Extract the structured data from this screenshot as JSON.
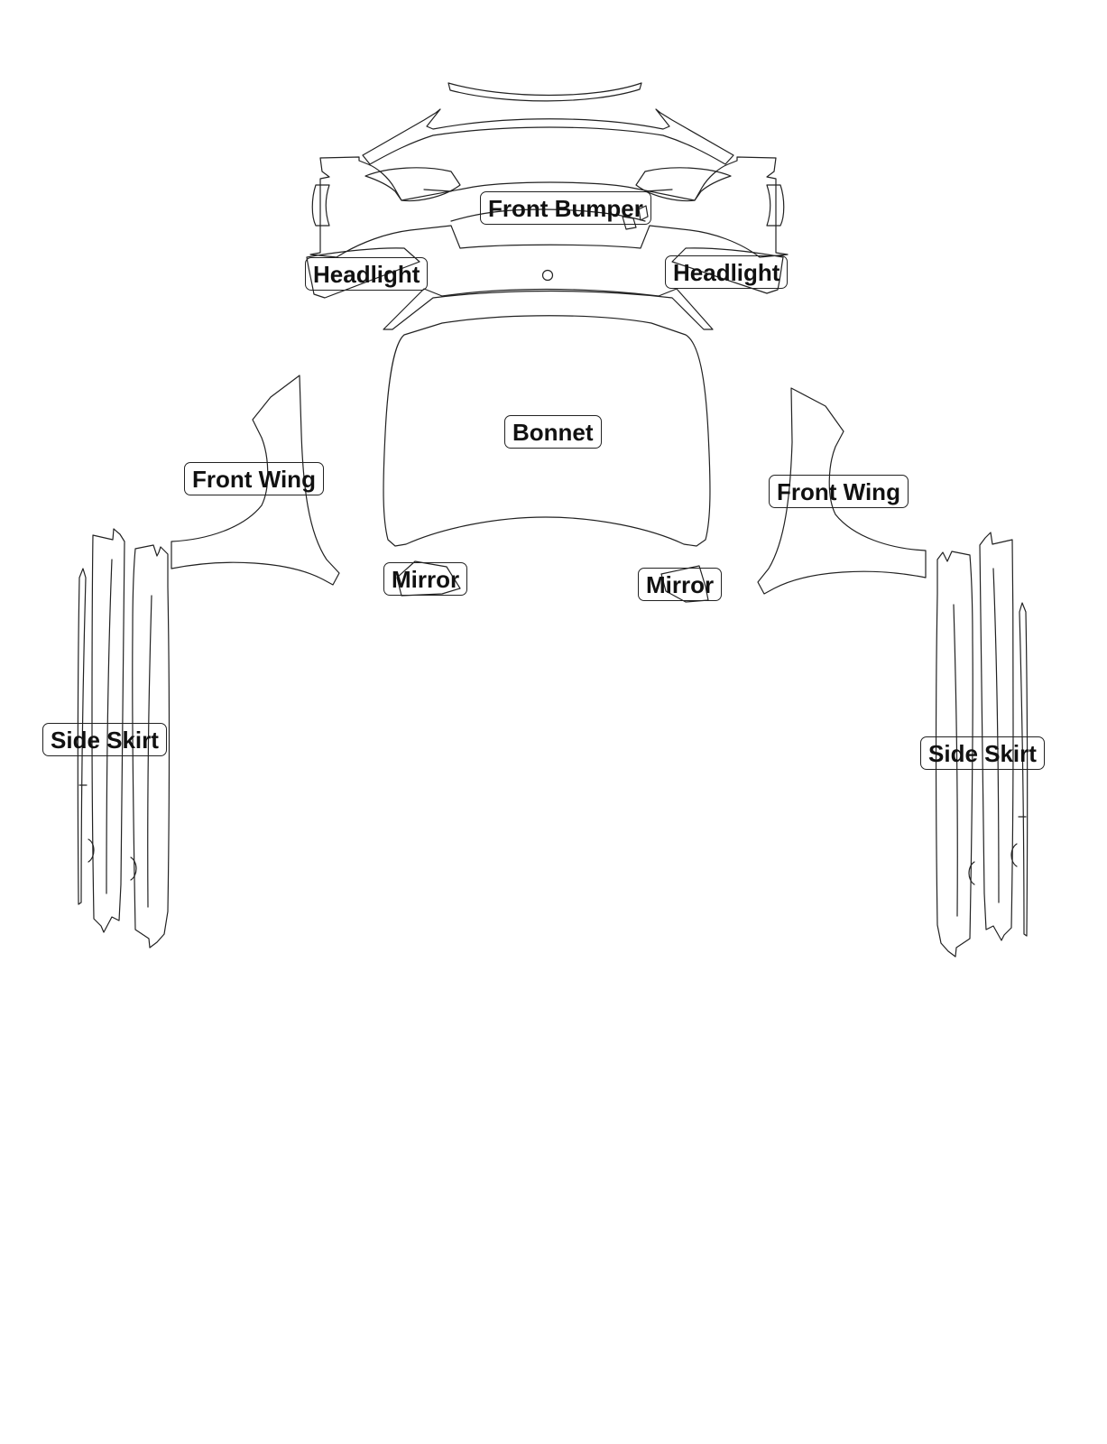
{
  "labels": {
    "front_bumper": "Front Bumper",
    "headlight_left": "Headlight",
    "headlight_right": "Headlight",
    "bonnet": "Bonnet",
    "front_wing_left": "Front Wing",
    "front_wing_right": "Front Wing",
    "mirror_left": "Mirror",
    "mirror_right": "Mirror",
    "side_skirt_left": "Side Skirt",
    "side_skirt_right": "Side Skirt"
  },
  "style": {
    "line_color": "#222222",
    "background": "#ffffff"
  }
}
